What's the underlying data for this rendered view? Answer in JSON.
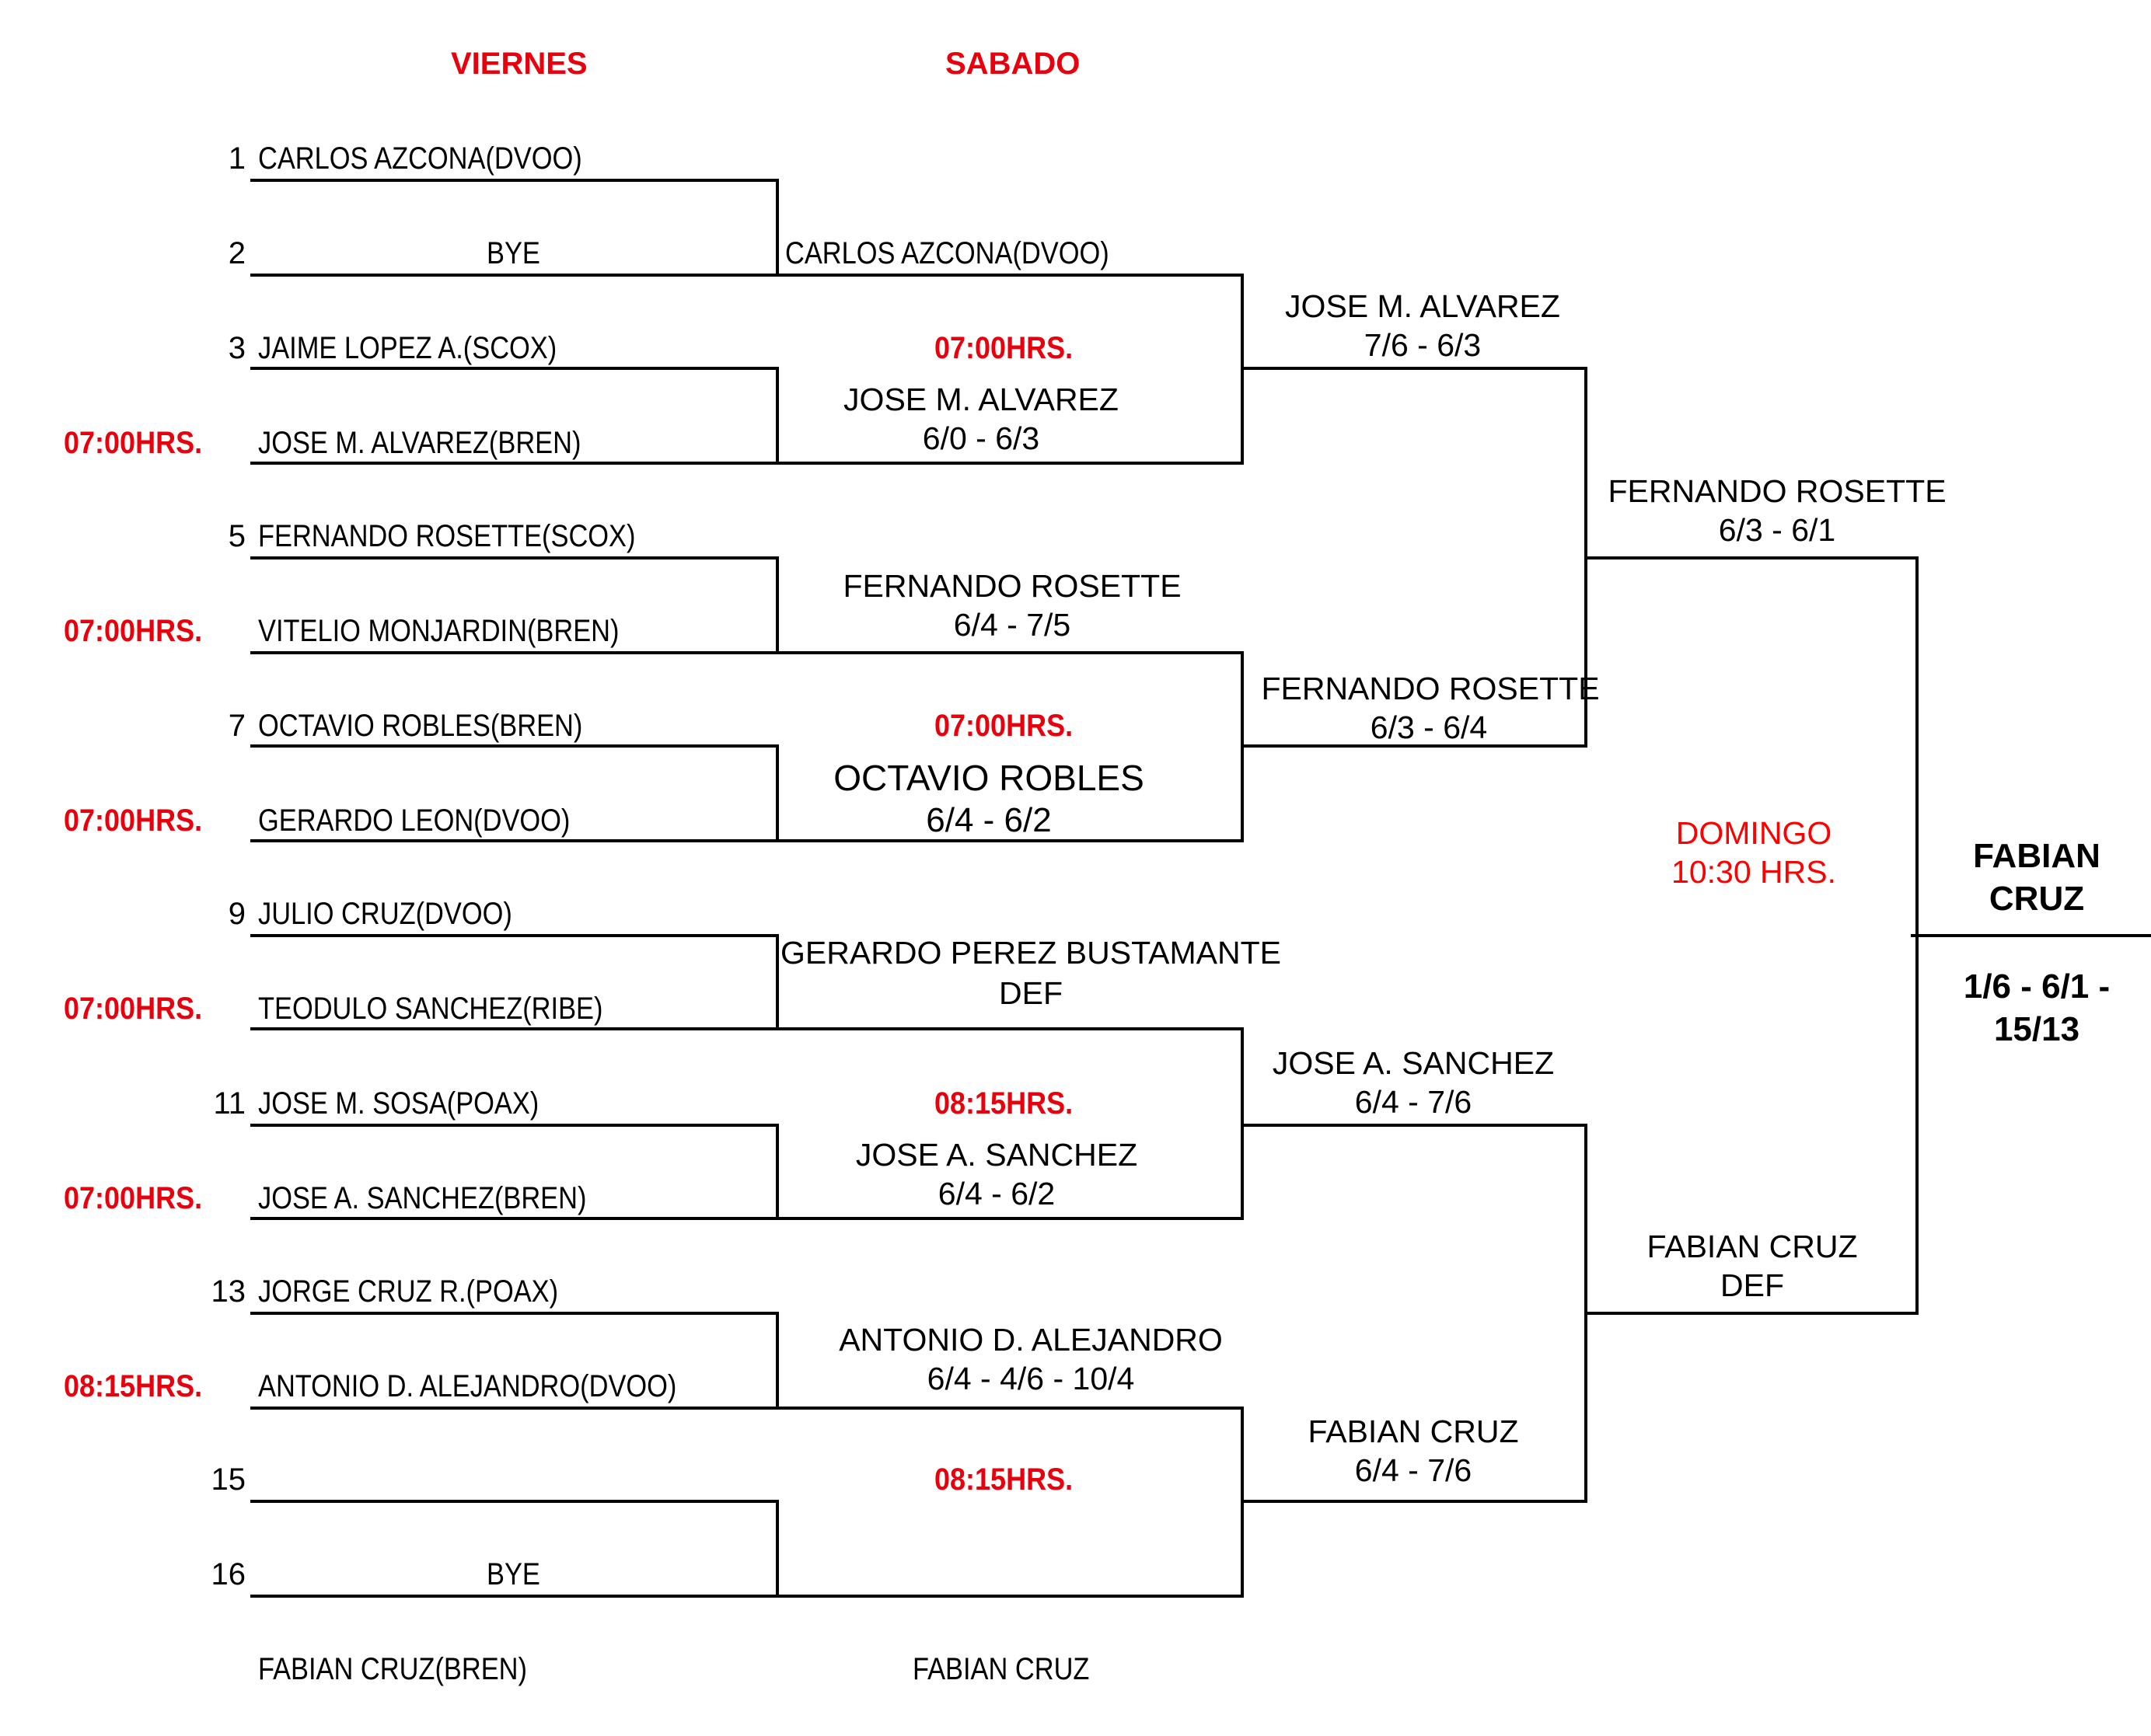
{
  "headers": {
    "friday": "VIERNES",
    "saturday": "SABADO"
  },
  "round1": {
    "seeds": [
      "1",
      "2",
      "3",
      "5",
      "7",
      "9",
      "11",
      "13",
      "15",
      "16"
    ],
    "players": {
      "p1": "CARLOS AZCONA(DVOO)",
      "p2": "BYE",
      "p3": "JAIME LOPEZ  A.(SCOX)",
      "p4": "JOSE M. ALVAREZ(BREN)",
      "p5": "FERNANDO ROSETTE(SCOX)",
      "p6": "VITELIO MONJARDIN(BREN)",
      "p7": "OCTAVIO ROBLES(BREN)",
      "p8": "GERARDO LEON(DVOO)",
      "p9": "JULIO CRUZ(DVOO)",
      "p10": "TEODULO SANCHEZ(RIBE)",
      "p11": "JOSE M. SOSA(POAX)",
      "p12": "JOSE A. SANCHEZ(BREN)",
      "p13": "JORGE CRUZ R.(POAX)",
      "p14": "ANTONIO D. ALEJANDRO(DVOO)",
      "p16": "BYE",
      "p17": "FABIAN CRUZ(BREN)"
    },
    "times": [
      "07:00HRS.",
      "07:00HRS.",
      "07:00HRS.",
      "07:00HRS.",
      "07:00HRS.",
      "08:15HRS."
    ]
  },
  "round2": {
    "m1": {
      "winner": "CARLOS AZCONA(DVOO)"
    },
    "m2": {
      "winner": "JOSE M. ALVAREZ",
      "score": "6/0 - 6/3"
    },
    "m3": {
      "winner": "FERNANDO ROSETTE",
      "score": "6/4 - 7/5"
    },
    "m4": {
      "winner": "OCTAVIO ROBLES",
      "score": "6/4  -  6/2"
    },
    "m5": {
      "winner": "GERARDO PEREZ BUSTAMANTE",
      "score": "DEF"
    },
    "m6": {
      "winner": "JOSE A. SANCHEZ",
      "score": "6/4 - 6/2"
    },
    "m7": {
      "winner": "ANTONIO D. ALEJANDRO",
      "score": "6/4 - 4/6 - 10/4"
    },
    "m8": {
      "winner": "FABIAN CRUZ"
    },
    "times": [
      "07:00HRS.",
      "07:00HRS.",
      "08:15HRS.",
      "08:15HRS."
    ]
  },
  "round3": {
    "m1": {
      "winner": "JOSE M. ALVAREZ",
      "score": "7/6  -  6/3"
    },
    "m2": {
      "winner": "FERNANDO ROSETTE",
      "score": "6/3  -  6/4"
    },
    "m3": {
      "winner": "JOSE A. SANCHEZ",
      "score": "6/4  -  7/6"
    },
    "m4": {
      "winner": "FABIAN CRUZ",
      "score": "6/4  -  7/6"
    }
  },
  "semis": {
    "m1": {
      "winner": "FERNANDO ROSETTE",
      "score": "6/3  -  6/1"
    },
    "m2": {
      "winner": "FABIAN CRUZ",
      "score": "DEF"
    }
  },
  "sunday": {
    "day": "DOMINGO",
    "time": "10:30 HRS."
  },
  "champion": {
    "line1": "FABIAN",
    "line2": "CRUZ",
    "score1": "1/6 - 6/1 -",
    "score2": "15/13"
  }
}
